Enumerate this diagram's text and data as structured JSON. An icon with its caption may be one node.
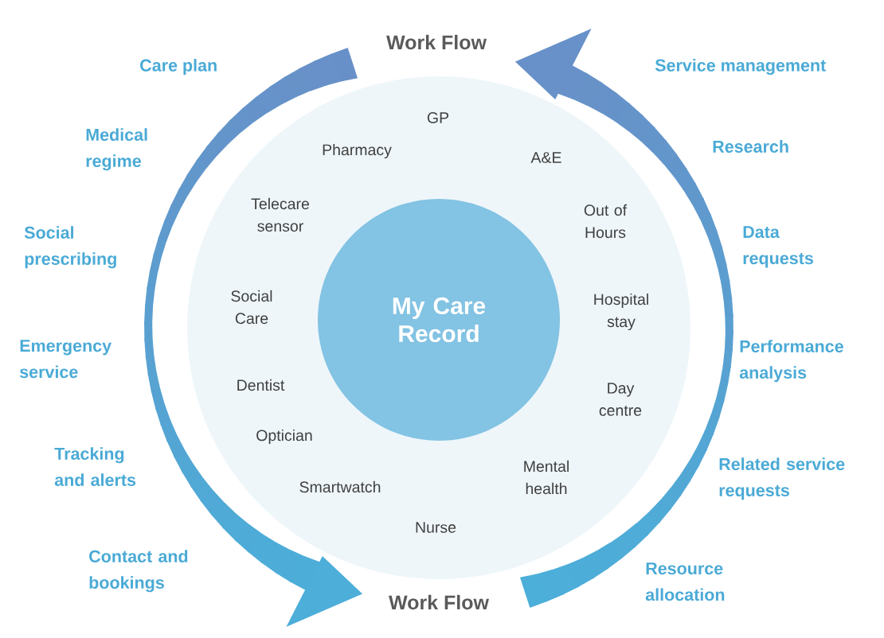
{
  "diagram": {
    "nodes": [
      {
        "text": [],
        "shape": "circle"
      },
      {
        "text": [
          "My Care Record"
        ],
        "in": 0
      }
    ],
    "labels": [
      "Work Flow",
      "Care plan",
      "Service management",
      "GP",
      "Pharmacy",
      "A&E",
      "Medical regime",
      "Research",
      "Telecare sensor",
      "Out of Hours",
      "Social prescribing",
      "Data requests",
      "Social Care",
      "Hospital stay",
      "Emergency service",
      "Performance analysis",
      "Dentist",
      "Day centre",
      "Optician",
      "Tracking and alerts",
      "Mental health",
      "Smartwatch",
      "Related service requests",
      "Nurse",
      "Contact and bookings",
      "Resource allocation",
      "Work Flow"
    ]
  }
}
